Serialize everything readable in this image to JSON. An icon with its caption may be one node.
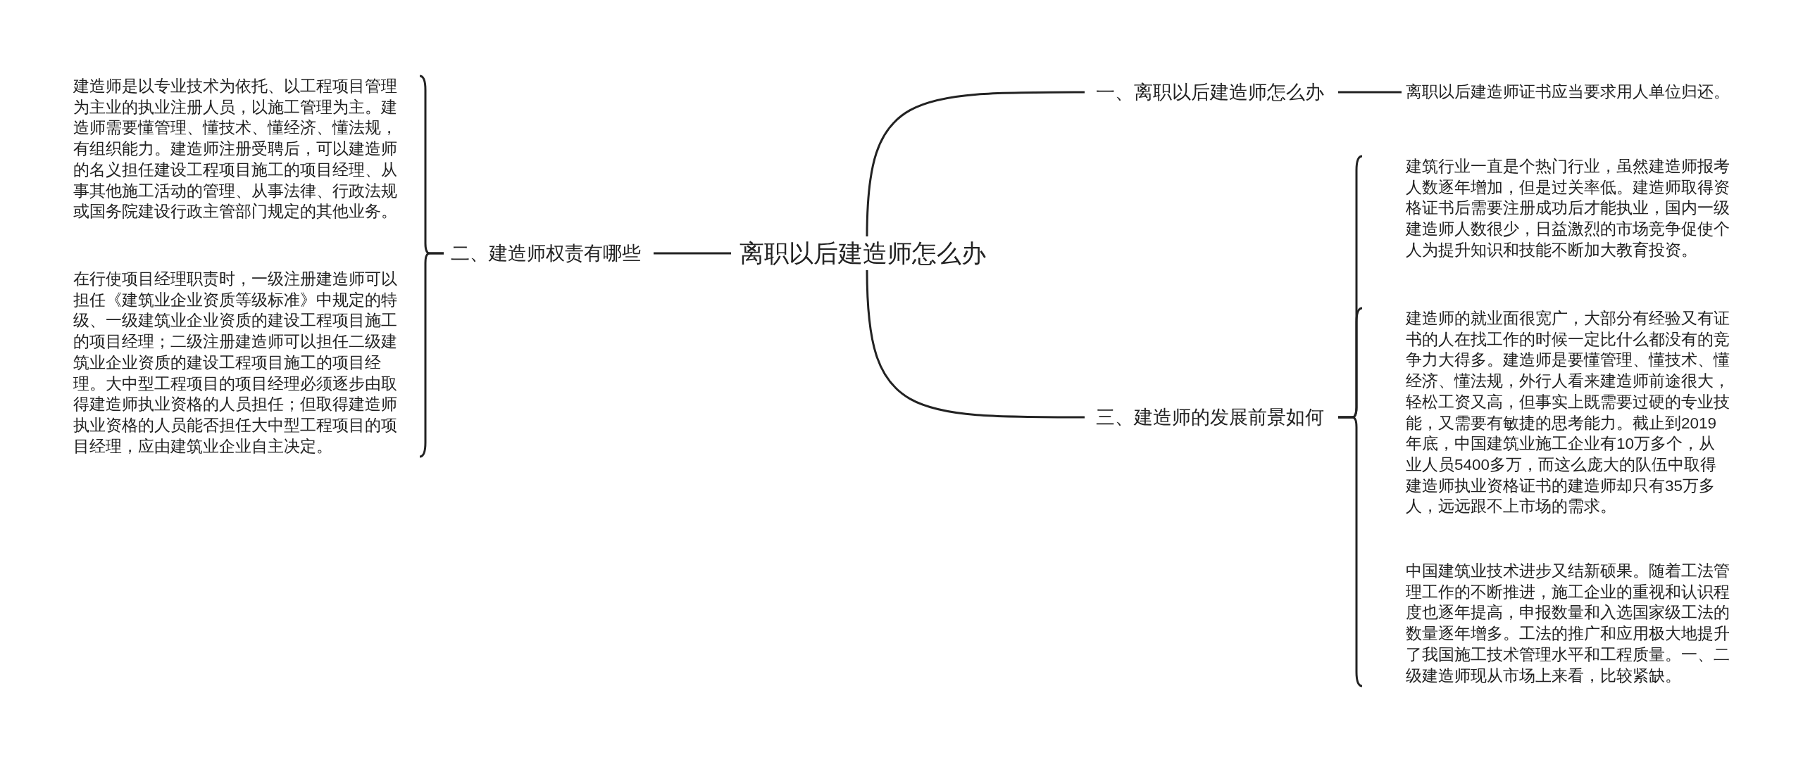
{
  "diagram": {
    "nodes": [
      {
        "text": [
          "离职以后建造师怎么办"
        ]
      },
      {
        "text": [
          "一、离职以后建造师怎么办"
        ]
      },
      {
        "text": [
          "二、建造师权责有哪些"
        ]
      },
      {
        "text": [
          "三、建造师的发展前景如何"
        ]
      },
      {
        "text": [
          "离职以后建造师证书应当要求用人单位归还。"
        ]
      },
      {
        "text": [
          "建造师是以专业技术为依托、以工程项目管理为主业的执业注册人员，以施工管理为主。建造师需要懂管理、懂技术、懂经济、懂法规，有组织能力。建造师注册受聘后，可以建造师的名义担任建设工程项目施工的项目经理、从事其他施工活动的管理、从事法律、行政法规或国务院建设行政主管部门规定的其他业务。"
        ]
      },
      {
        "text": [
          "在行使项目经理职责时，一级注册建造师可以担任《建筑业企业资质等级标准》中规定的特级、一级建筑业企业资质的建设工程项目施工的项目经理；二级注册建造师可以担任二级建筑业企业资质的建设工程项目施工的项目经理。大中型工程项目的项目经理必须逐步由取得建造师执业资格的人员担任；但取得建造师执业资格的人员能否担任大中型工程项目的项目经理，应由建筑业企业自主决定。"
        ]
      },
      {
        "text": [
          "建筑行业一直是个热门行业，虽然建造师报考人数逐年增加，但是过关率低。建造师取得资格证书后需要注册成功后才能执业，国内一级建造师人数很少，日益激烈的市场竞争促使个人为提升知识和技能不断加大教育投资。"
        ]
      },
      {
        "text": [
          "建造师的就业面很宽广，大部分有经验又有证书的人在找工作的时候一定比什么都没有的竞争力大得多。建造师是要懂管理、懂技术、懂经济、懂法规，外行人看来建造师前途很大，轻松工资又高，但事实上既需要过硬的专业技能，又需要有敏捷的思考能力。截止到2019年底，中国建筑业施工企业有10万多个，从业人员5400多万，而这么庞大的队伍中取得建造师执业资格证书的建造师却只有35万多人，远远跟不上市场的需求。"
        ]
      },
      {
        "text": [
          "中国建筑业技术进步又结新硕果。随着工法管理工作的不断推进，施工企业的重视和认识程度也逐年提高，申报数量和入选国家级工法的数量逐年增多。工法的推广和应用极大地提升了我国施工技术管理水平和工程质量。一、二级建造师现从市场上来看，比较紧缺。"
        ]
      }
    ],
    "edges": [
      {
        "from": 0,
        "to": 1,
        "arrow": "none"
      },
      {
        "from": 0,
        "to": 2,
        "arrow": "none"
      },
      {
        "from": 0,
        "to": 3,
        "arrow": "none"
      },
      {
        "from": 1,
        "to": 4,
        "arrow": "none"
      },
      {
        "from": 2,
        "to": 5,
        "arrow": "none"
      },
      {
        "from": 2,
        "to": 6,
        "arrow": "none"
      },
      {
        "from": 3,
        "to": 7,
        "arrow": "none"
      },
      {
        "from": 3,
        "to": 8,
        "arrow": "none"
      },
      {
        "from": 3,
        "to": 9,
        "arrow": "none"
      }
    ]
  }
}
